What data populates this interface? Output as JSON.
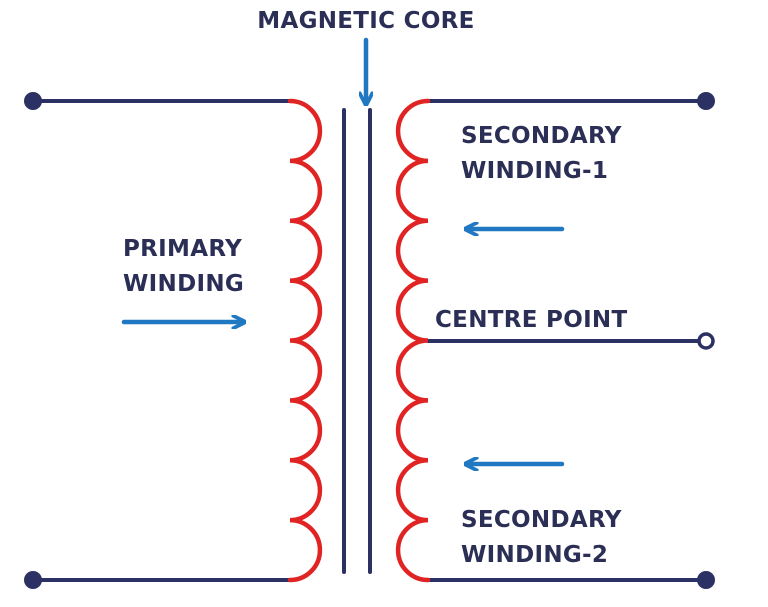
{
  "labels": {
    "magnetic_core": "MAGNETIC CORE",
    "primary_line1": "PRIMARY",
    "primary_line2": "WINDING",
    "secondary1_line1": "SECONDARY",
    "secondary1_line2": "WINDING-1",
    "centre_point": "CENTRE POINT",
    "secondary2_line1": "SECONDARY",
    "secondary2_line2": "WINDING-2"
  },
  "colors": {
    "wire": "#2b3163",
    "coil": "#e02424",
    "arrow": "#1f78c1",
    "text": "#2b2f55",
    "background": "#ffffff"
  },
  "coils": {
    "primary_turns": 8,
    "secondary_turns": 8
  }
}
